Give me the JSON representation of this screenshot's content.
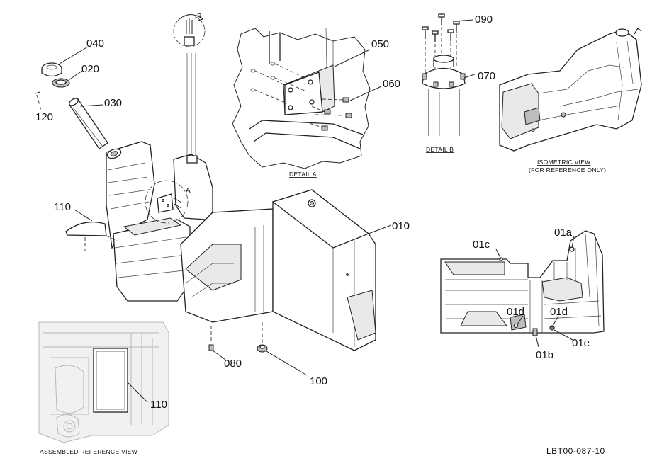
{
  "callouts": {
    "c010": "010",
    "c020": "020",
    "c030": "030",
    "c040": "040",
    "c050": "050",
    "c060": "060",
    "c070": "070",
    "c080": "080",
    "c090": "090",
    "c100": "100",
    "c110_main": "110",
    "c110_ref": "110",
    "c120": "120",
    "c01a": "01a",
    "c01b": "01b",
    "c01c": "01c",
    "c01d_left": "01d",
    "c01d_right": "01d",
    "c01e": "01e"
  },
  "detail_markers": {
    "a": "A",
    "b": "B"
  },
  "captions": {
    "detail_a": "DETAIL  A",
    "detail_b": "DETAIL  B",
    "isometric_line1": "ISOMETRIC VIEW",
    "isometric_line2": "(FOR REFERENCE ONLY)",
    "assembled_ref": "ASSEMBLED REFERENCE VIEW"
  },
  "drawing_code": "LBT00-087-10"
}
